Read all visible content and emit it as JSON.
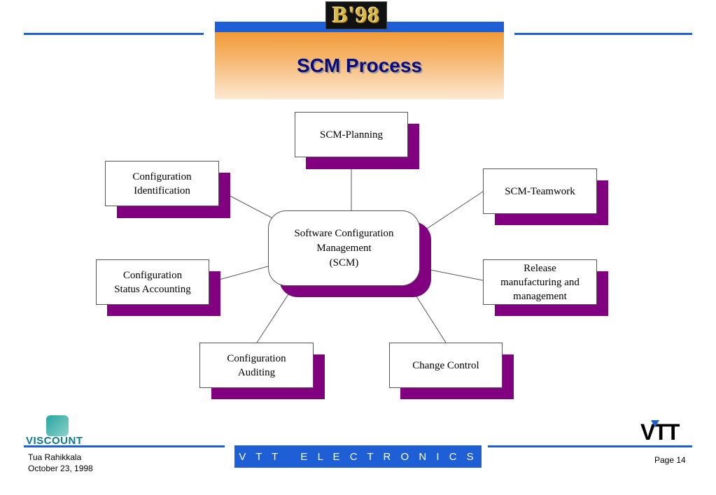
{
  "header": {
    "logo_text": "B'98",
    "title": "SCM Process"
  },
  "diagram": {
    "center": {
      "line1": "Software Configuration",
      "line2": "Management",
      "line3": "(SCM)"
    },
    "nodes": {
      "planning": "SCM-Planning",
      "identification_1": "Configuration",
      "identification_2": "Identification",
      "teamwork": "SCM-Teamwork",
      "status_1": "Configuration",
      "status_2": "Status Accounting",
      "release_1": "Release",
      "release_2": "manufacturing and",
      "release_3": "management",
      "auditing_1": "Configuration",
      "auditing_2": "Auditing",
      "change": "Change Control"
    },
    "colors": {
      "shadow": "#800080",
      "accent": "#1f5fd6",
      "title_gradient_top": "#f19024"
    }
  },
  "footer": {
    "viscount_logo": "VISCOUNT",
    "author": "Tua Rahikkala",
    "date": "October 23, 1998",
    "banner": "V T T   E L E C T R O N I C S",
    "page": "Page 14",
    "vtt_logo": "VTT"
  }
}
